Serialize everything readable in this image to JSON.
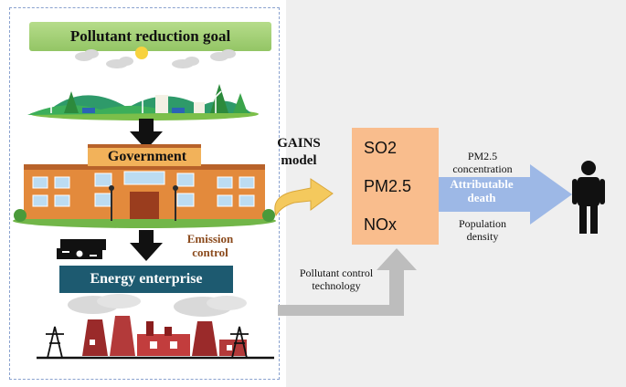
{
  "left_panel": {
    "goal_label": "Pollutant reduction goal",
    "government_label": "Government",
    "emission_control_label": "Emission control",
    "energy_enterprise_label": "Energy enterprise"
  },
  "model": {
    "label": "GAINS model"
  },
  "pollutants": [
    "SO2",
    "PM2.5",
    "NOx"
  ],
  "technology_label": "Pollutant control technology",
  "outcome": {
    "concentration_label": "PM2.5 concentration",
    "attributable_label": "Attributable death",
    "population_label": "Population density"
  },
  "colors": {
    "goal_green": "#9ccb6e",
    "energy_teal": "#1d5a70",
    "pollutant_box": "#f9bd8d",
    "arrow_blue": "#9db8e6",
    "arrow_gray": "#bdbdbd",
    "curved_arrow": "#f4c95d",
    "emission_text": "#8b4a1c"
  },
  "icons": [
    "cloud-icon",
    "sun-icon",
    "hills-icon",
    "wind-turbine-icon",
    "solar-panel-icon",
    "down-arrow-icon",
    "government-building-icon",
    "money-icon",
    "factory-icon",
    "power-tower-icon",
    "curved-arrow-icon",
    "person-icon"
  ]
}
